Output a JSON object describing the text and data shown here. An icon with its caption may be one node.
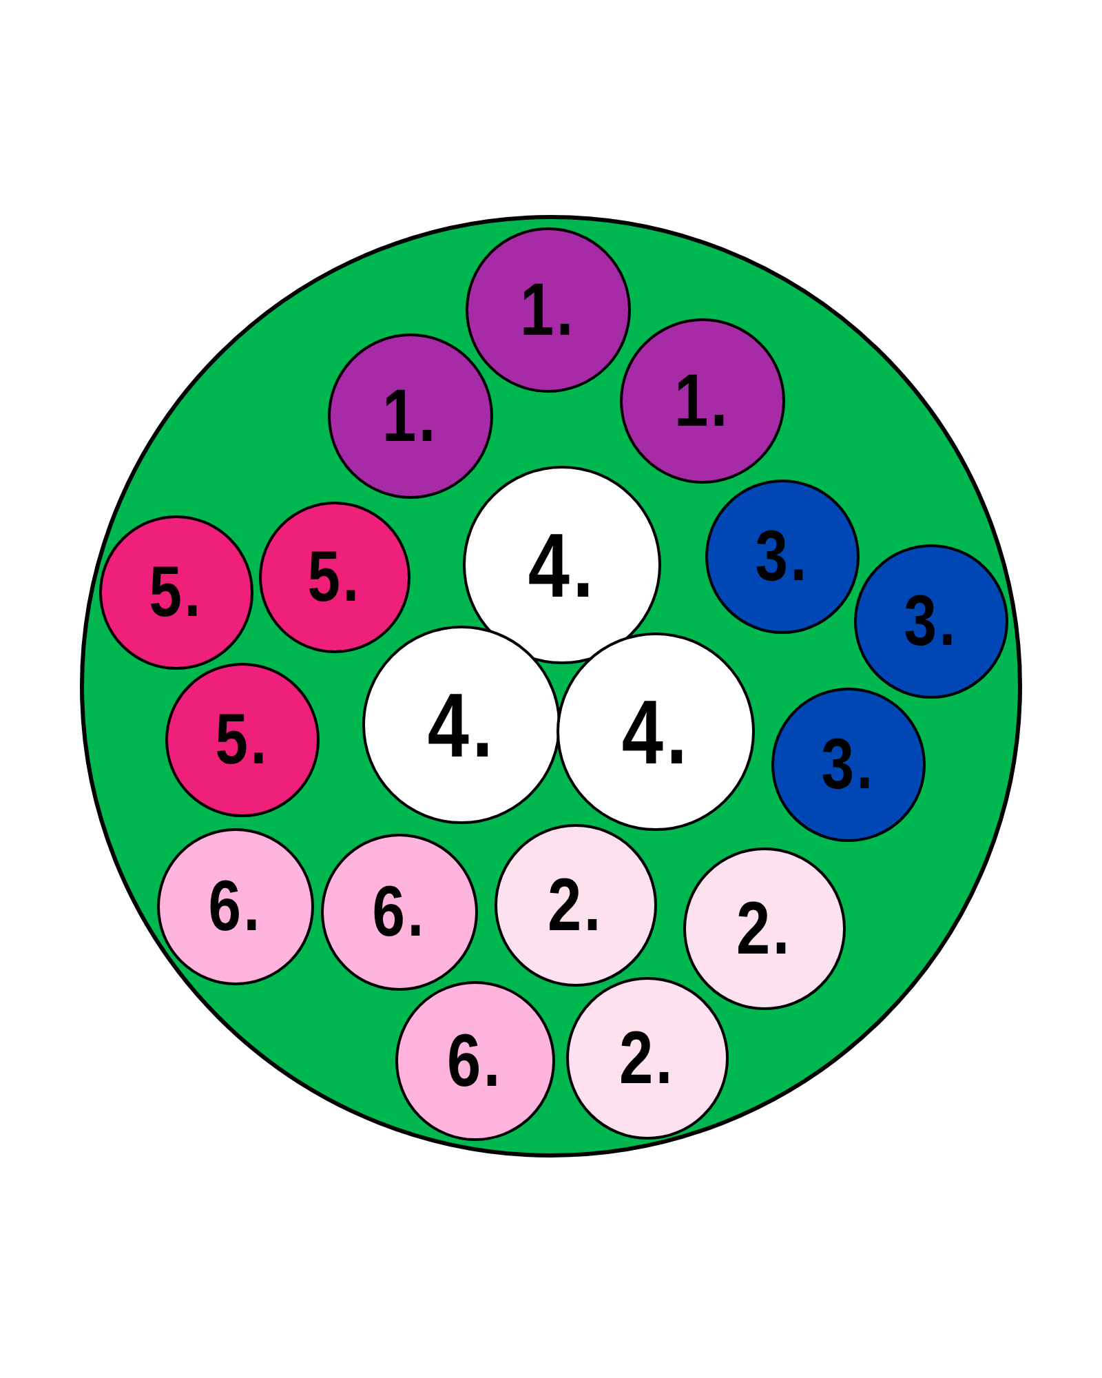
{
  "diagram": {
    "nodes": [
      {
        "text": [],
        "shape": "circle"
      },
      {
        "text": [
          "1."
        ],
        "in": 0
      },
      {
        "text": [
          "1."
        ],
        "in": 0
      },
      {
        "text": [
          "1."
        ],
        "in": 0
      },
      {
        "text": [
          "5."
        ],
        "in": 0
      },
      {
        "text": [
          "5."
        ],
        "in": 0
      },
      {
        "text": [
          "4."
        ],
        "in": 0
      },
      {
        "text": [
          "3."
        ],
        "in": 0
      },
      {
        "text": [
          "3."
        ],
        "in": 0
      },
      {
        "text": [
          "5."
        ],
        "in": 0
      },
      {
        "text": [
          "4."
        ],
        "in": 0
      },
      {
        "text": [
          "4."
        ],
        "in": 0
      },
      {
        "text": [
          "3."
        ],
        "in": 0
      },
      {
        "text": [
          "6."
        ],
        "in": 0
      },
      {
        "text": [
          "6."
        ],
        "in": 0
      },
      {
        "text": [
          "2."
        ],
        "in": 0
      },
      {
        "text": [
          "2."
        ],
        "in": 0
      },
      {
        "text": [
          "6."
        ],
        "in": 0
      },
      {
        "text": [
          "2."
        ],
        "in": 0
      }
    ]
  }
}
